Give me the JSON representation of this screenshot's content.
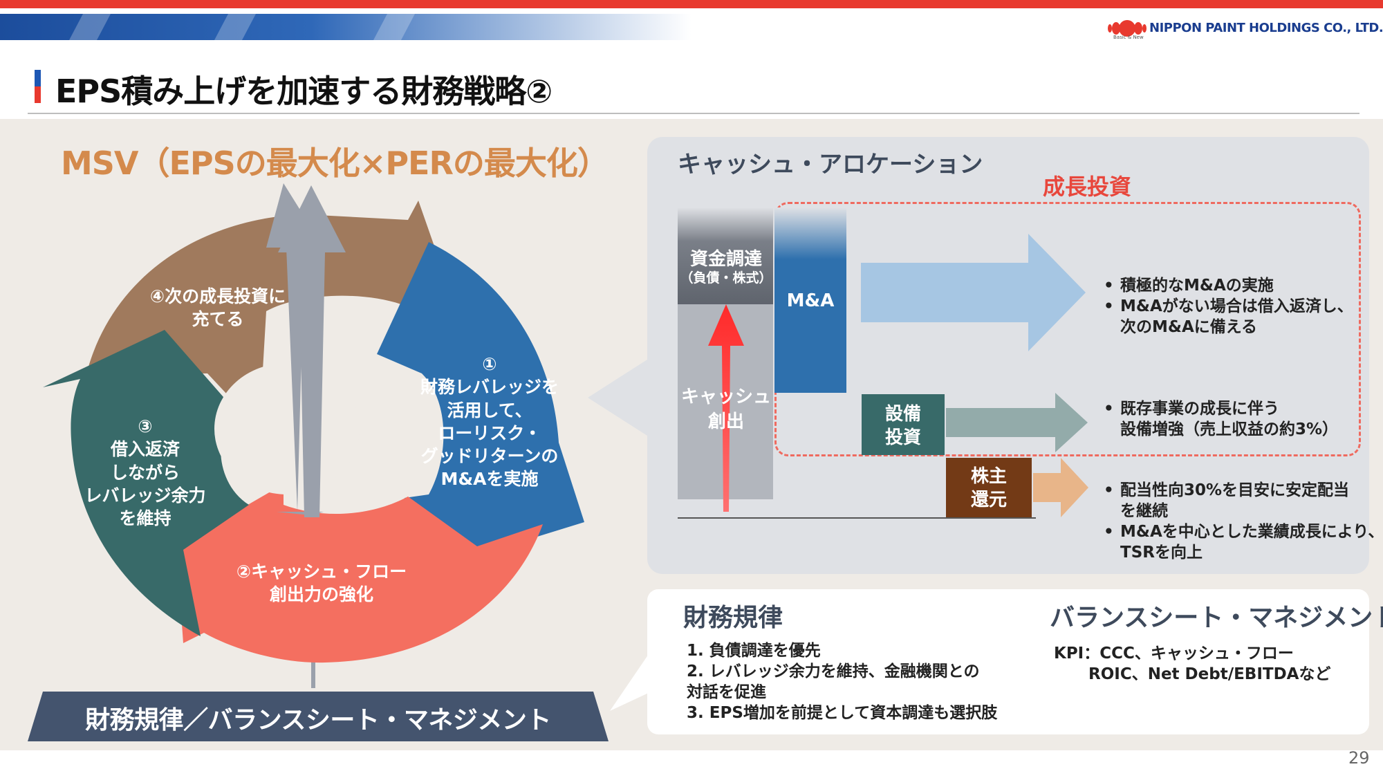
{
  "header": {
    "company": "NIPPON PAINT HOLDINGS CO., LTD.",
    "company_tagline": "Basic & New",
    "title": "EPS積み上げを加速する財務戦略②",
    "page_number": "29",
    "accent_red": "#e8392e",
    "accent_blue": "#1d57b4"
  },
  "cycle": {
    "headline": "MSV（EPSの最大化×PERの最大化）",
    "steps": [
      {
        "lines": [
          "①",
          "財務レバレッジを",
          "活用して、",
          "ローリスク・",
          "グッドリターンの",
          "M&Aを実施"
        ],
        "color": "#2e70ad"
      },
      {
        "lines": [
          "②キャッシュ・フロー",
          "創出力の強化"
        ],
        "color": "#f46f60"
      },
      {
        "lines": [
          "③",
          "借入返済",
          "しながら",
          "レバレッジ余力",
          "を維持"
        ],
        "color": "#386a69"
      },
      {
        "lines": [
          "④次の成長投資に",
          "充てる"
        ],
        "color": "#a07a5d"
      }
    ],
    "foundation": "財務規律／バランスシート・マネジメント"
  },
  "cash_allocation": {
    "title": "キャッシュ・アロケーション",
    "growth_label": "成長投資",
    "funding_label": "資金調達",
    "funding_sub": "（負債・株式）",
    "cash_label_1": "キャッシュ",
    "cash_label_2": "創出",
    "ma_label": "M&A",
    "capex_label_1": "設備",
    "capex_label_2": "投資",
    "return_label_1": "株主",
    "return_label_2": "還元",
    "ma_bullets": [
      "積極的なM&Aの実施",
      "M&Aがない場合は借入返済し、",
      "次のM&Aに備える"
    ],
    "capex_bullets": [
      "既存事業の成長に伴う",
      "設備増強（売上収益の約3%）"
    ],
    "return_bullets": [
      "配当性向30%を目安に安定配当",
      "を継続",
      "M&Aを中心とした業績成長により、",
      "TSRを向上"
    ]
  },
  "discipline": {
    "title": "財務規律",
    "items": [
      "1.  負債調達を優先",
      "2.  レバレッジ余力を維持、金融機関との",
      "     対話を促進",
      "3.  EPS増加を前提として資本調達も選択肢"
    ]
  },
  "bs_management": {
    "title": "バランスシート・マネジメント",
    "kpi_line1": "KPI：CCC、キャッシュ・フロー",
    "kpi_line2": "ROIC、Net Debt/EBITDAなど"
  }
}
